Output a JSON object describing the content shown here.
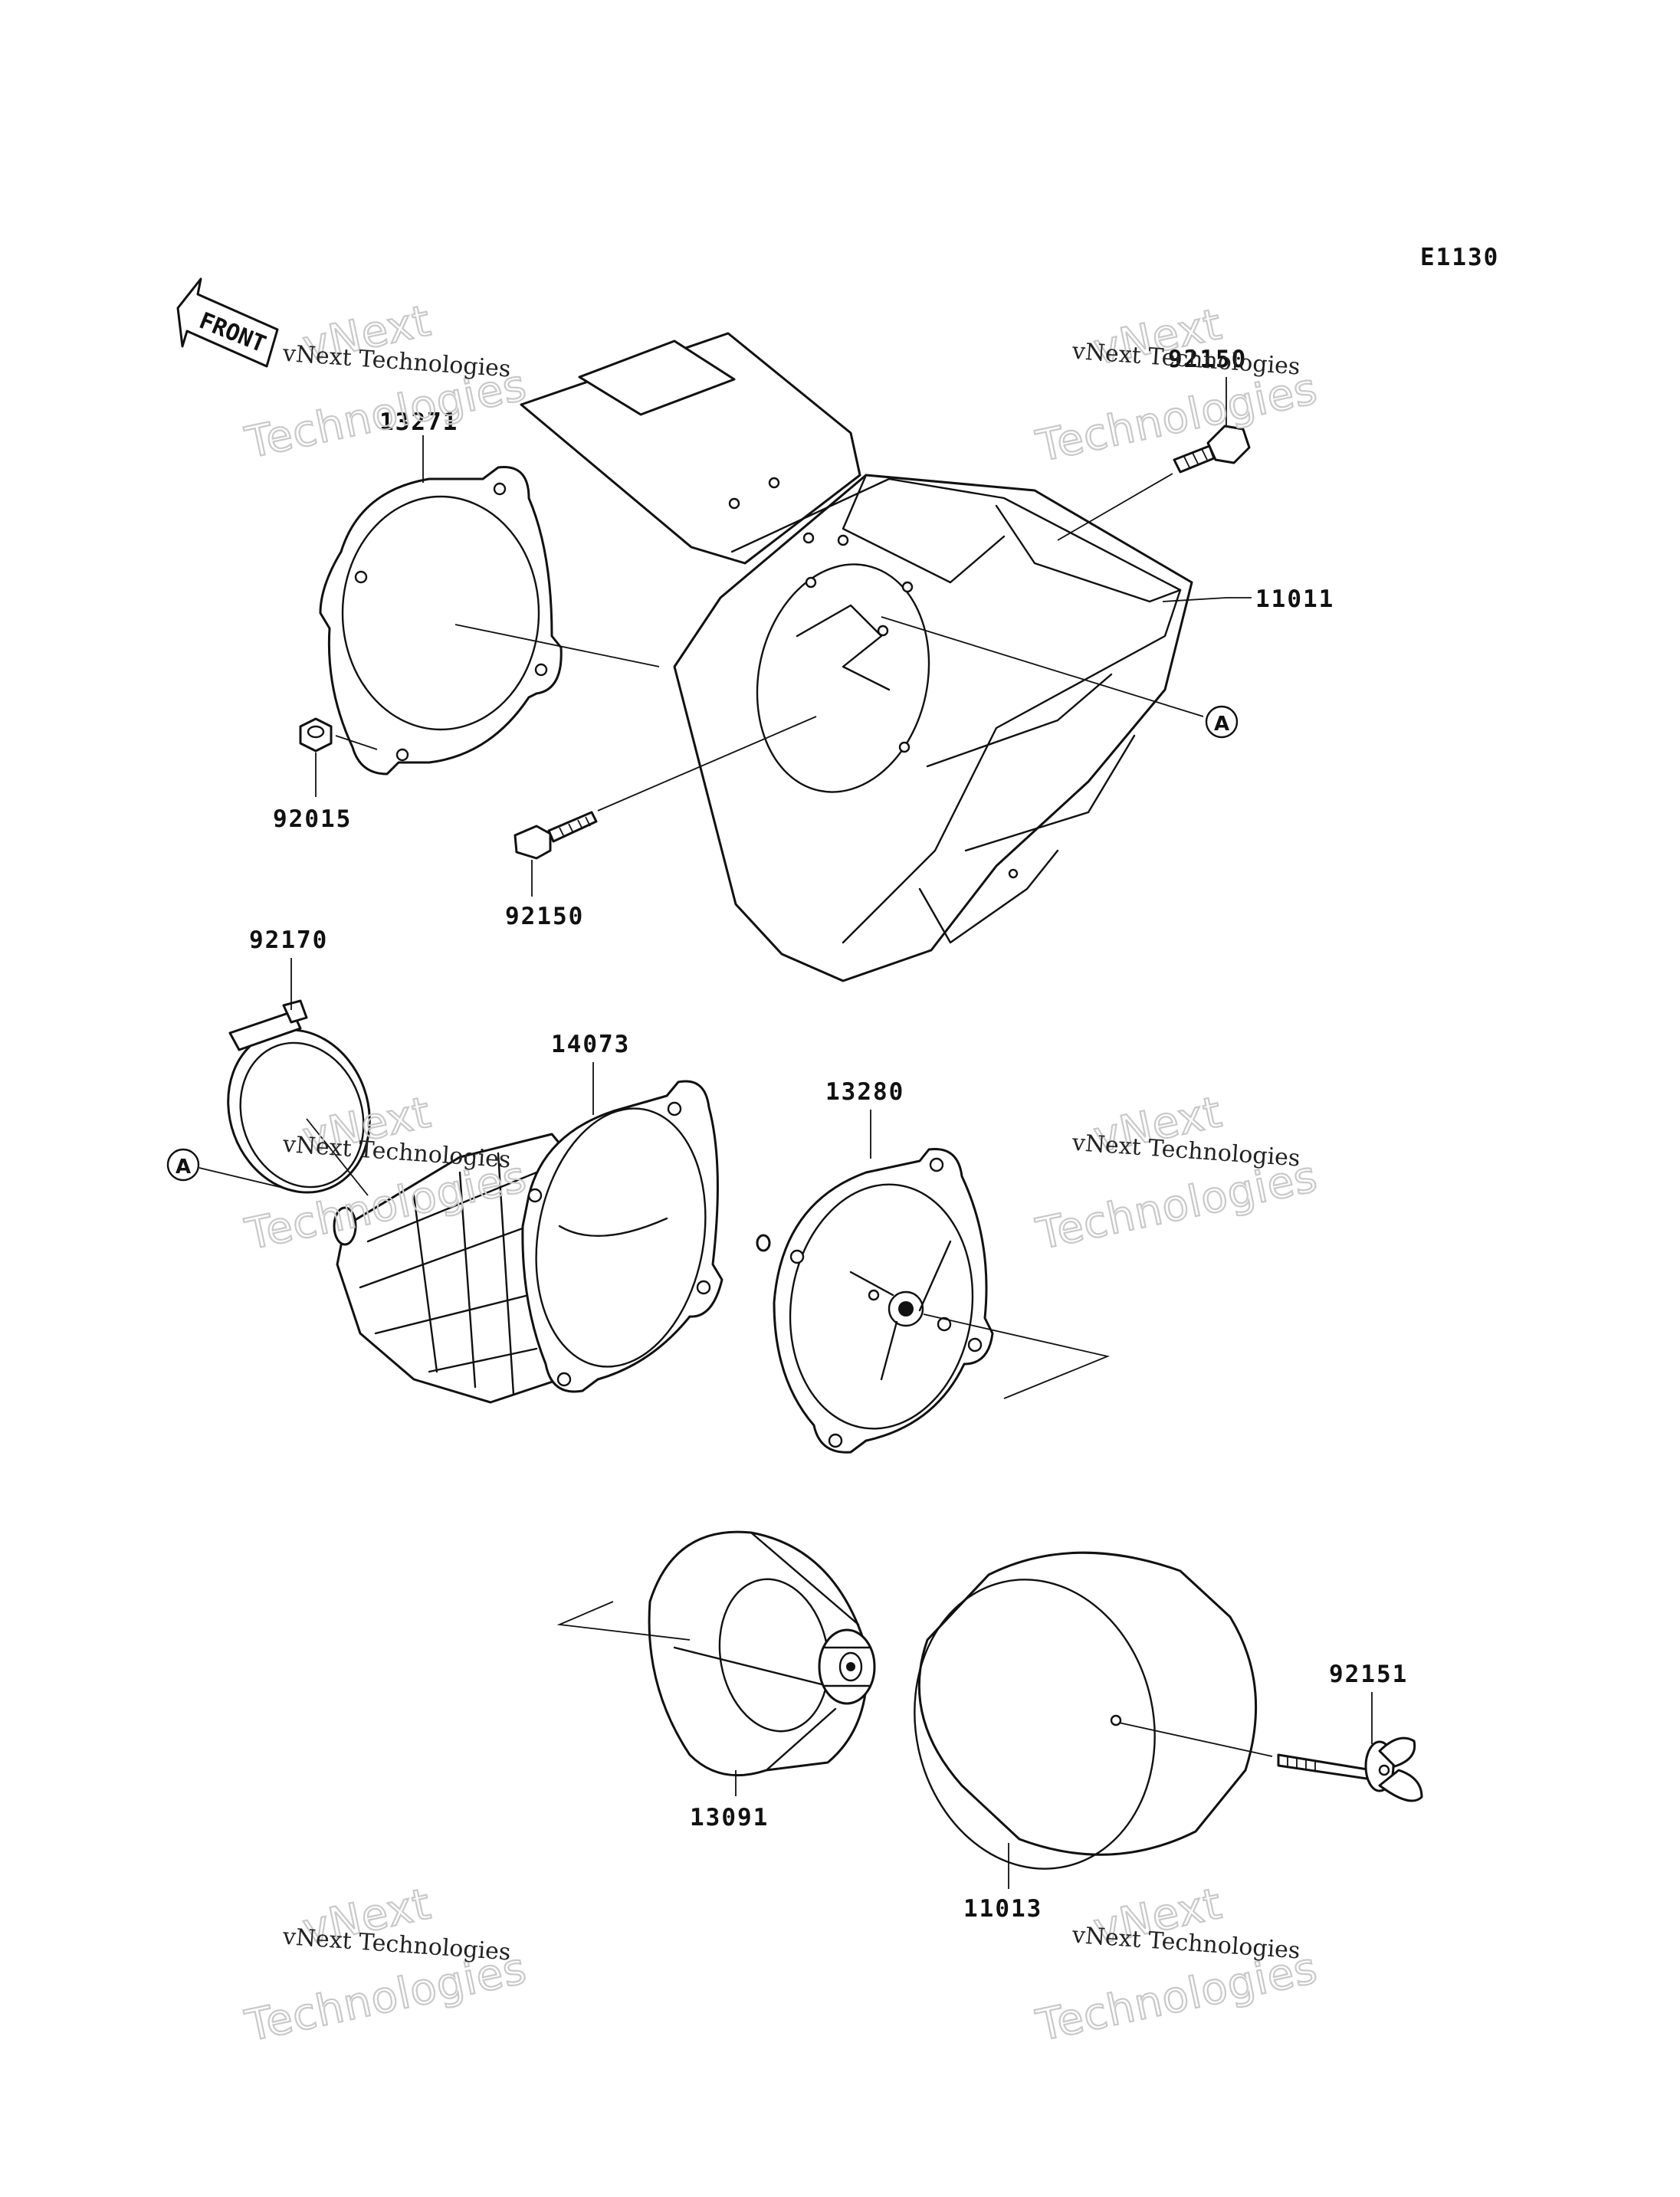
{
  "diagram_code": "E1130",
  "front_label": "FRONT",
  "reference_mark": "A",
  "watermark": {
    "top": "vNext",
    "bottom": "Technologies",
    "caption": "vNext Technologies"
  },
  "part_numbers": {
    "p13271": "13271",
    "p92015": "92015",
    "p92150_left": "92150",
    "p92150_right": "92150",
    "p11011": "11011",
    "p92170": "92170",
    "p14073": "14073",
    "p13280": "13280",
    "p13091": "13091",
    "p11013": "11013",
    "p92151": "92151"
  }
}
